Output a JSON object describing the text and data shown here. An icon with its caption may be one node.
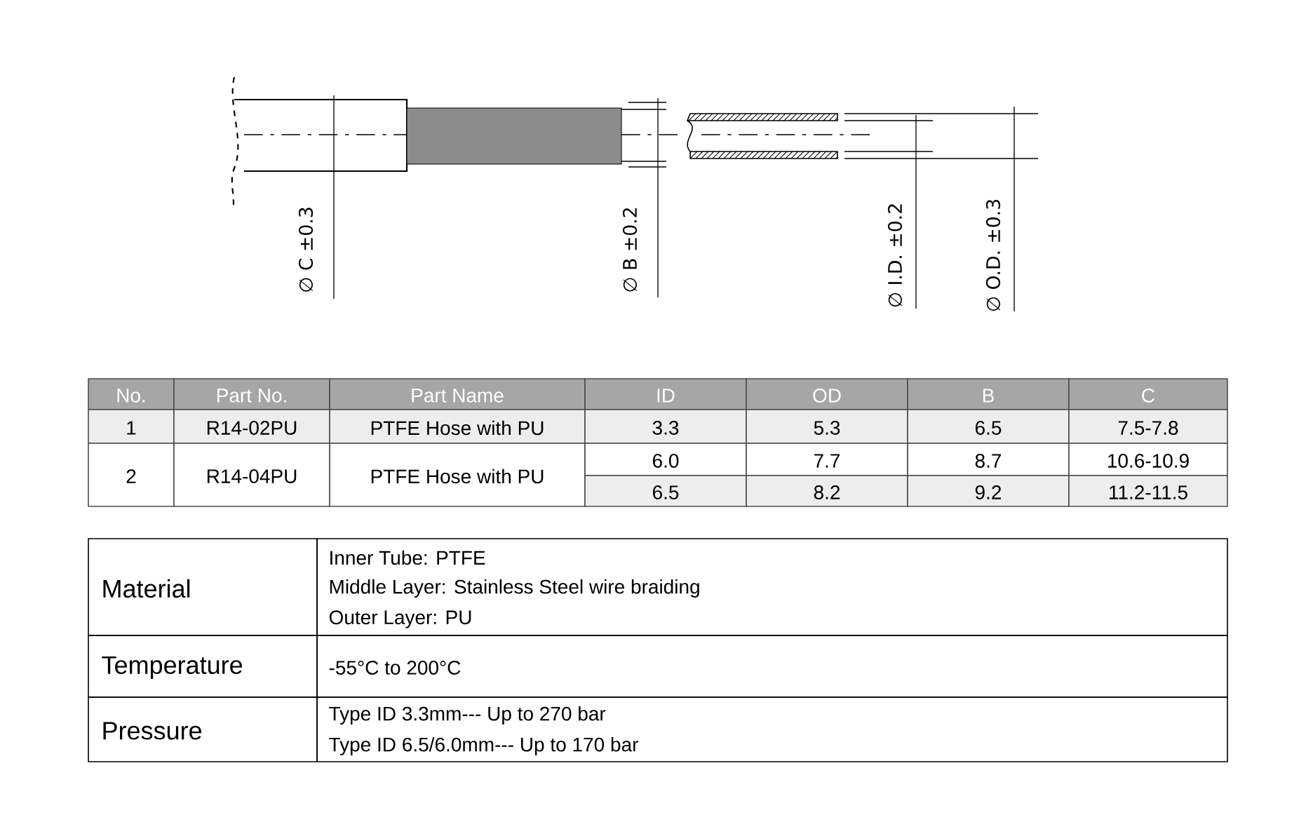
{
  "diagram": {
    "labels": [
      "∅ C ±0.3",
      "∅ B ±0.2",
      "∅ I.D. ±0.2",
      "∅ O.D. ±0.3",
      "No.",
      "Part No.",
      "Part Name",
      "ID",
      "OD",
      "B",
      "C",
      "1",
      "R14-02PU",
      "PTFE Hose with PU",
      "3.3",
      "5.3",
      "6.5",
      "7.5-7.8",
      "2",
      "R14-04PU",
      "PTFE Hose with PU",
      "6.0",
      "7.7",
      "8.7",
      "10.6-10.9",
      "6.5",
      "8.2",
      "9.2",
      "11.2-11.5",
      "Material",
      "Inner Tube: PTFE",
      "Middle Layer: Stainless Steel wire braiding",
      "Outer Layer: PU",
      "Temperature",
      "-55°C to 200°C",
      "Pressure",
      "Type ID 3.3mm--- Up to 270 bar",
      "Type ID 6.5/6.0mm--- Up to 170 bar"
    ]
  }
}
